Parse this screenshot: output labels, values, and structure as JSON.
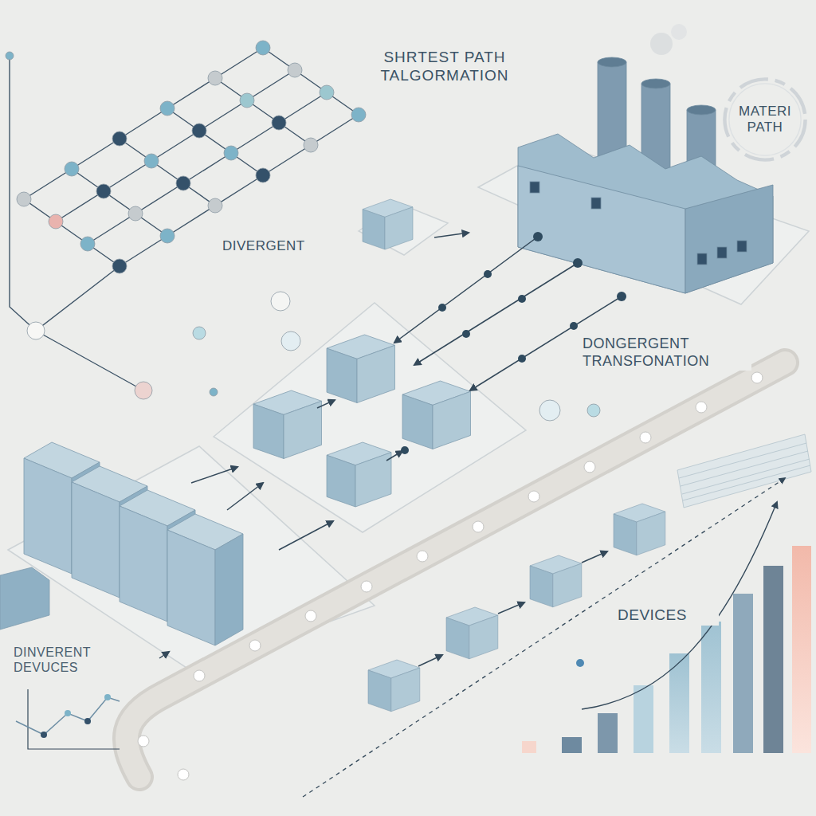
{
  "diagram": {
    "title": "SHRTEST PATH TALGORMATION",
    "nodes": [
      {
        "text": [
          "MATERI PATH"
        ]
      }
    ],
    "labels": [
      "DIVERGENT",
      "DONGERGENT TRANSFONATION",
      "DEVICES",
      "DINVERENT DEVUCES"
    ]
  }
}
